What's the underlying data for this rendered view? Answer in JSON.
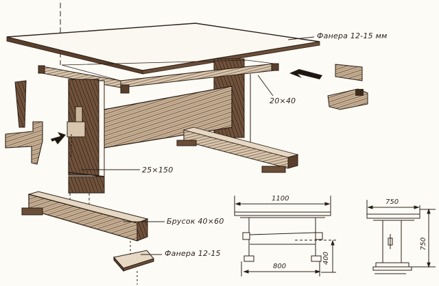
{
  "figure": {
    "type": "exploded-assembly-drawing",
    "subject": "wooden table",
    "colors": {
      "ink": "#2a1f17",
      "wood_dark": "#5a3f2c",
      "wood_mid": "#8a6a50",
      "wood_light": "#c9b49a",
      "paper": "#fdfbf6"
    }
  },
  "labels": {
    "tabletop": "Фанера 12-15 мм",
    "rail": "20×40",
    "leg": "25×150",
    "foot_beam": "Брусок 40×60",
    "foot_pad": "Фанера 12-15"
  },
  "front_view": {
    "width_top": "1100",
    "width_base": "800",
    "stretcher_height": "400"
  },
  "side_view": {
    "width_top": "750",
    "height": "750"
  }
}
